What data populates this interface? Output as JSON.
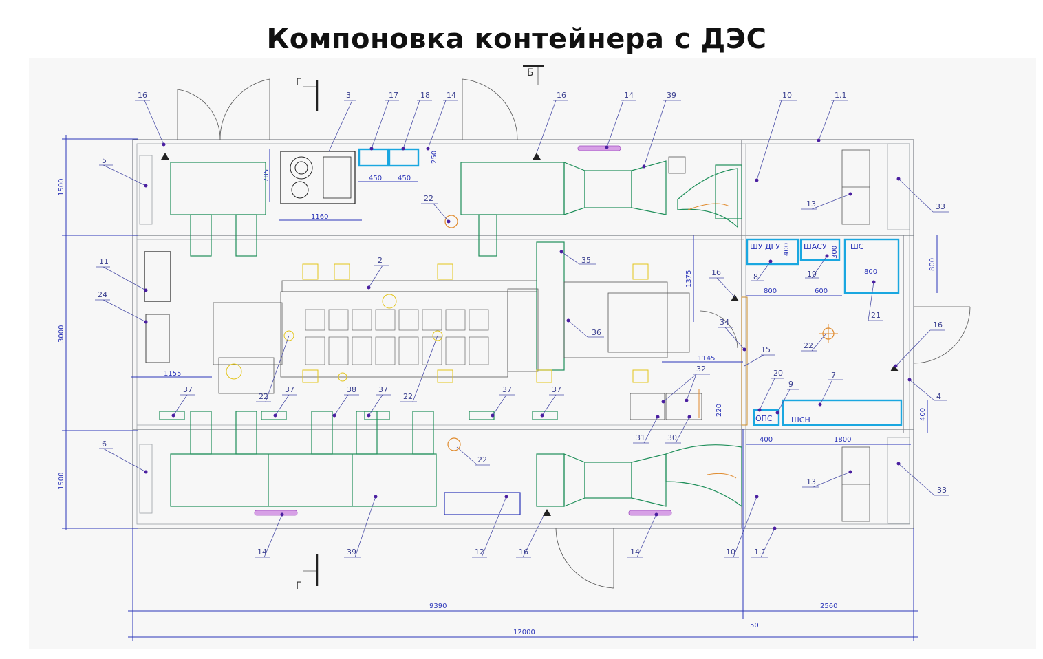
{
  "title": "Компоновка контейнера с ДЭС",
  "section_marks": {
    "g": "Г",
    "b": "Б"
  },
  "dimensions": {
    "d1500_top": "1500",
    "d3000": "3000",
    "d1500_bottom": "1500",
    "d785": "785",
    "d1160": "1160",
    "d450a": "450",
    "d450b": "450",
    "d250": "250",
    "d1155": "1155",
    "d1375": "1375",
    "d1145": "1145",
    "d220": "220",
    "d800_dgu": "800",
    "d600": "600",
    "d800_shs": "800",
    "d400_shu": "400",
    "d300": "300",
    "d800_right": "800",
    "d400_ops": "400",
    "d1800": "1800",
    "d400_right": "400",
    "d9390": "9390",
    "d2560": "2560",
    "d12000": "12000",
    "d50": "50"
  },
  "cabinets": {
    "shu_dgu": "ШУ ДГУ",
    "shasu": "ШАСУ",
    "shs": "ШС",
    "ops": "ОПС",
    "shsn": "ШСН"
  },
  "callouts": {
    "c16a": "16",
    "c3": "3",
    "c17": "17",
    "c18": "18",
    "c14a": "14",
    "c16b": "16",
    "c14b": "14",
    "c39a": "39",
    "c10a": "10",
    "c11a": "1.1",
    "c5": "5",
    "c22a": "22",
    "c13a": "13",
    "c33a": "33",
    "c11": "11",
    "c2": "2",
    "c35": "35",
    "c24": "24",
    "c8": "8",
    "c19": "19",
    "c21": "21",
    "c16c": "16",
    "c36": "36",
    "c34": "34",
    "c15": "15",
    "c22b": "22",
    "c16d": "16",
    "c32": "32",
    "c20": "20",
    "c9": "9",
    "c7": "7",
    "c22c": "22",
    "c22d": "22",
    "c37a": "37",
    "c37b": "37",
    "c38": "38",
    "c37c": "37",
    "c37d": "37",
    "c37e": "37",
    "c4": "4",
    "c31": "31",
    "c30": "30",
    "c6": "6",
    "c22e": "22",
    "c13b": "13",
    "c33b": "33",
    "c14c": "14",
    "c39b": "39",
    "c12": "12",
    "c16e": "16",
    "c14d": "14",
    "c10b": "10",
    "c11b": "1.1"
  },
  "colors": {
    "wall": "#7a7f86",
    "dimension": "#2b35b8",
    "duct": "#1f8f5a",
    "cabinet": "#1aa7e0",
    "heater": "#d7a0e6",
    "marker": "#4a1fa0"
  }
}
